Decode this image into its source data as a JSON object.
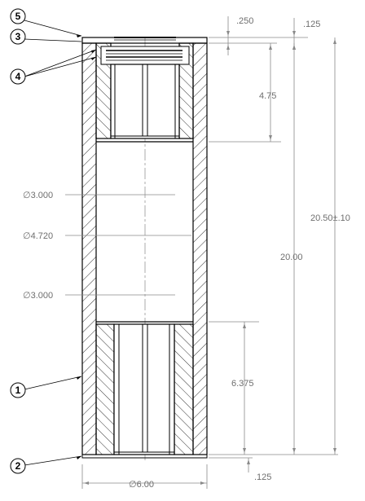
{
  "balloons": [
    "5",
    "3",
    "4",
    "1",
    "2"
  ],
  "dimensions": {
    "cap_top": ".250",
    "cap_right": ".125",
    "upper_bore_depth": "4.75",
    "dia_upper": "∅3.000",
    "dia_center": "∅4.720",
    "dia_lower": "∅3.000",
    "inner_length": "20.00",
    "overall_length": "20.50±.10",
    "lower_bore_depth": "6.375",
    "bottom_cap": ".125",
    "outer_dia": "∅6.00"
  },
  "colors": {
    "line": "#000000",
    "dimension": "#7a7a7a",
    "background": "#ffffff"
  }
}
